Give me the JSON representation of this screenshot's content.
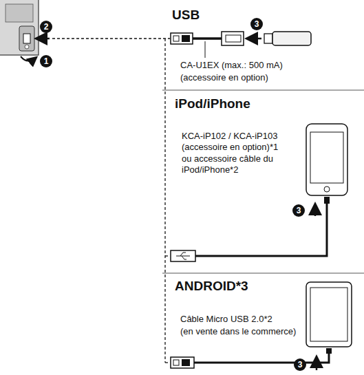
{
  "diagram": {
    "labels": [
      "1",
      "2",
      "3",
      "USB",
      "CA-U1EX (max.: 500 mA)",
      "(accessoire en option)",
      "iPod/iPhone",
      "KCA-iP102 / KCA-iP103 (accessoire en option)*1 ou accessoire câble du iPod/iPhone*2",
      "3",
      "ANDROID*3",
      "Câble Micro USB 2.0*2",
      "(en vente dans le commerce)",
      "3"
    ]
  }
}
